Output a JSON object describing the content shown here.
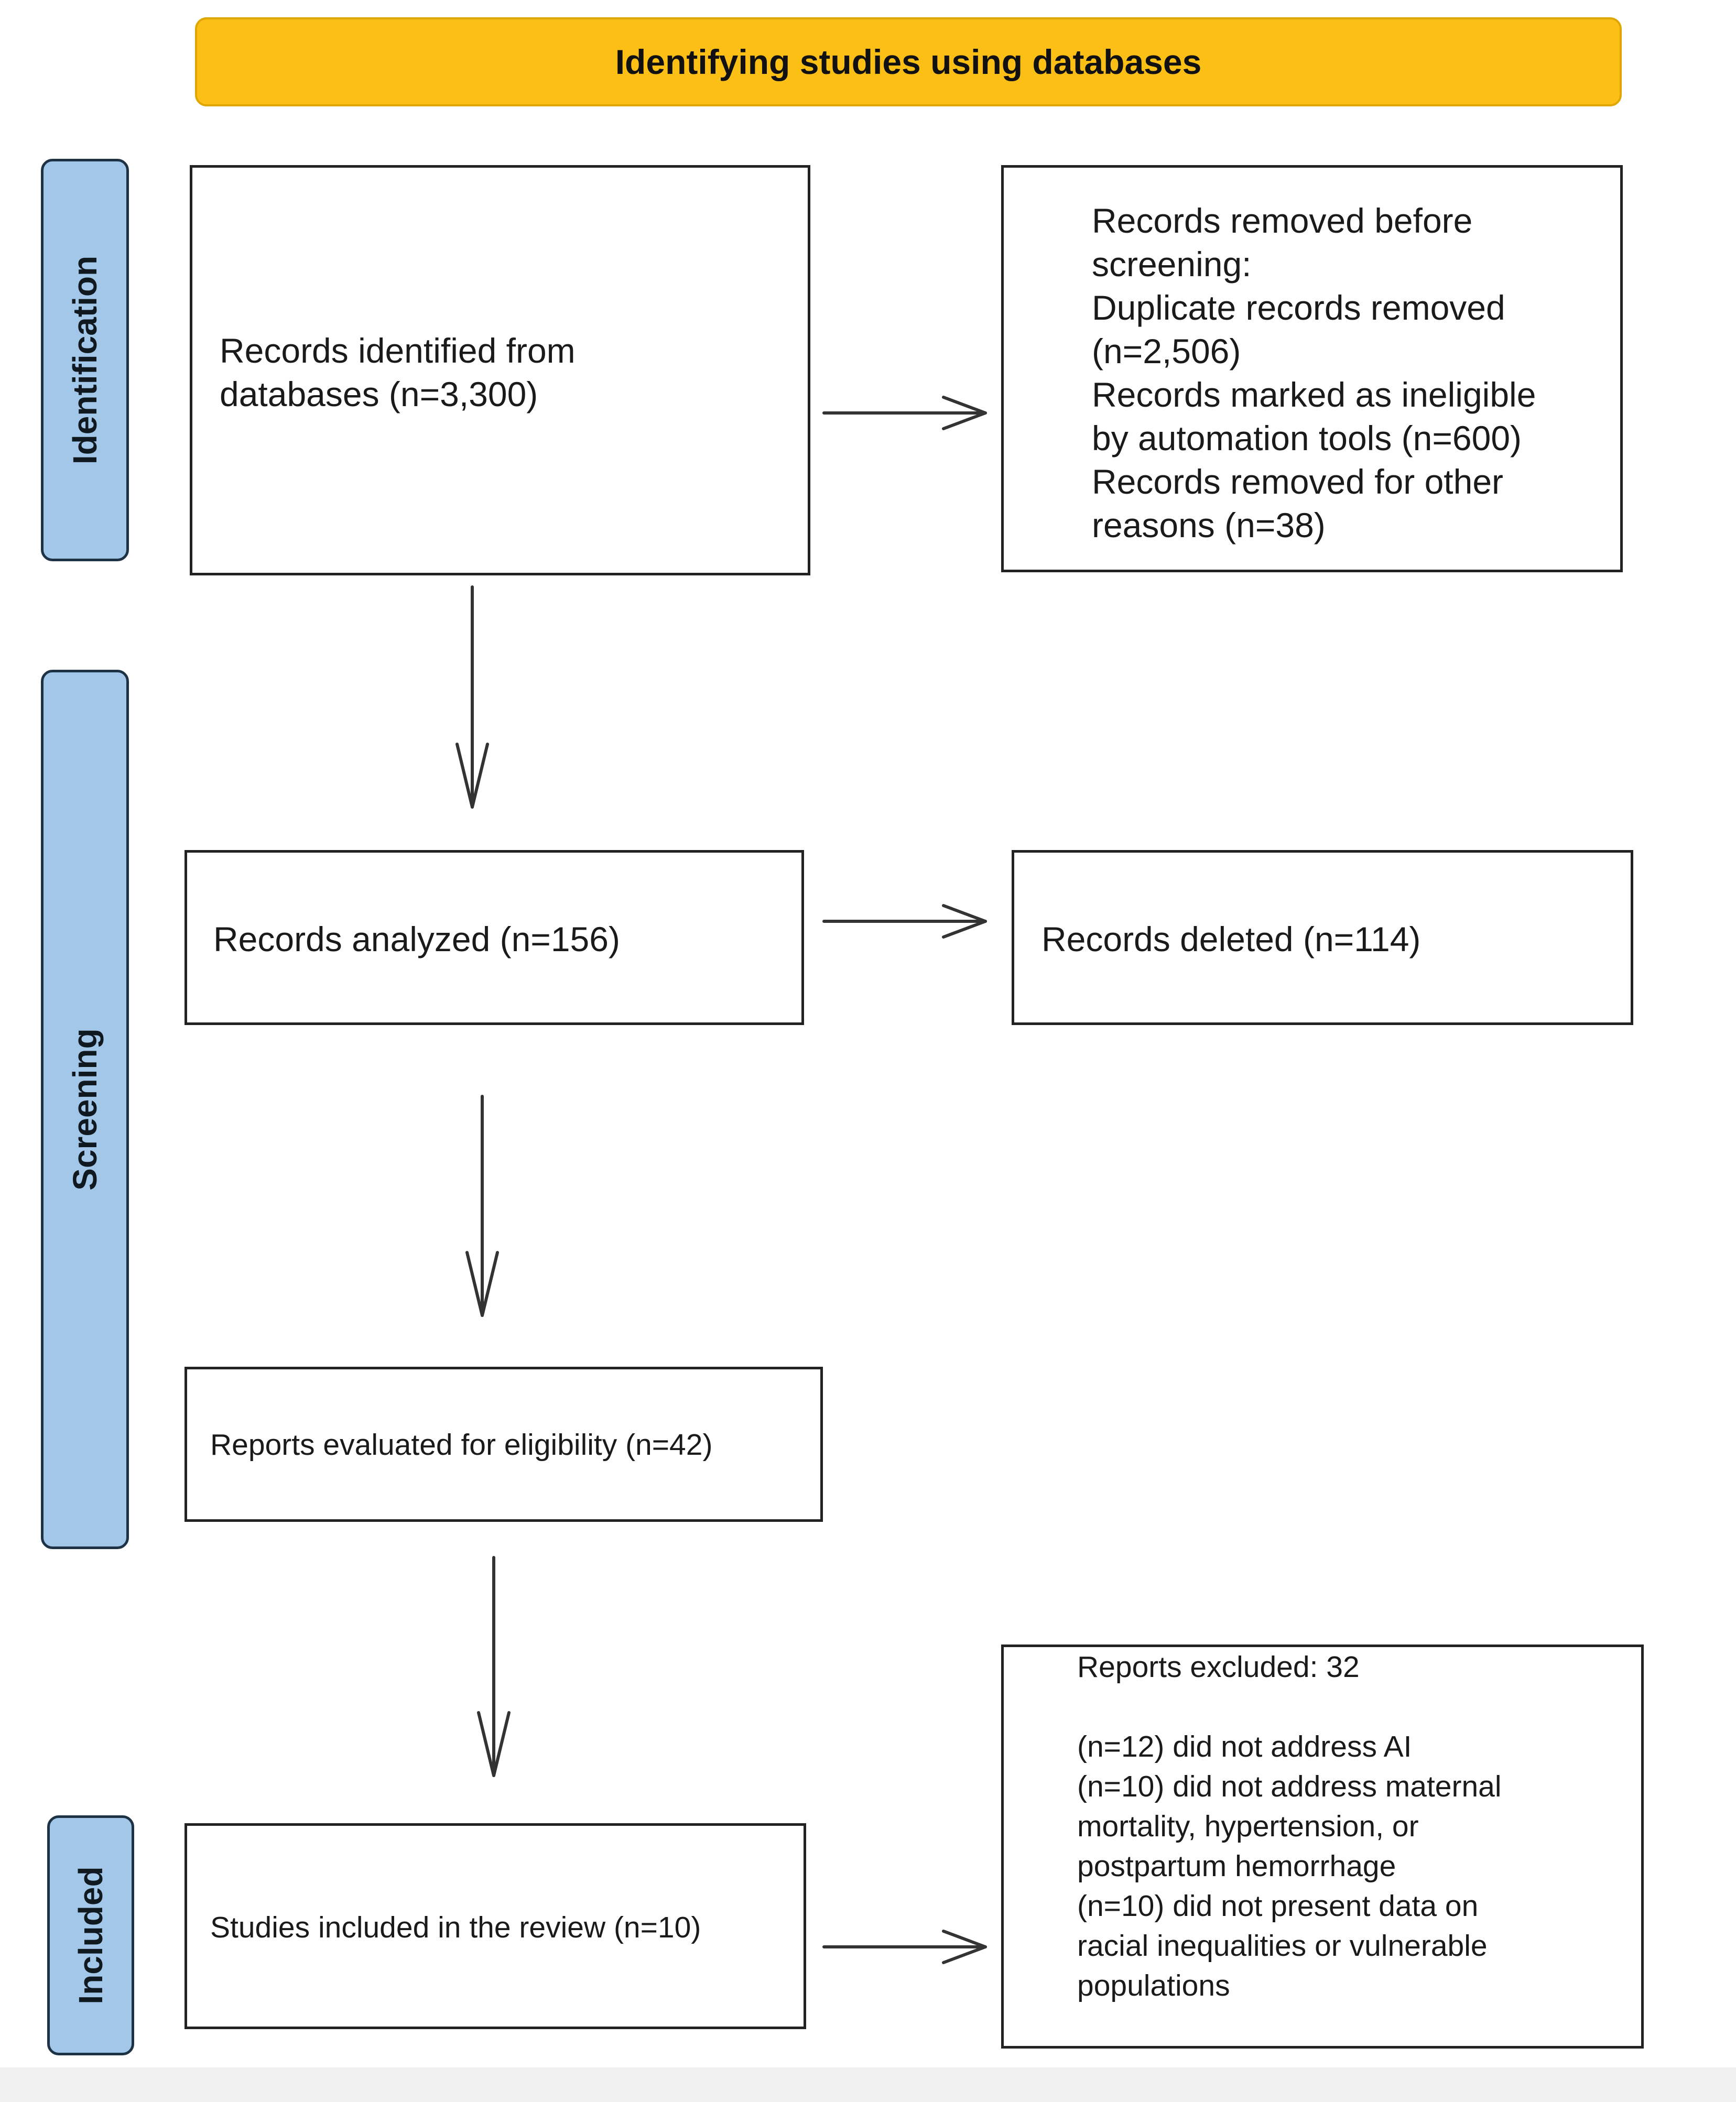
{
  "header": {
    "title": "Identifying studies using databases",
    "fill_color": "#fbbf15"
  },
  "phases": {
    "identification": {
      "label": "Identification"
    },
    "screening": {
      "label": "Screening"
    },
    "included": {
      "label": "Included"
    },
    "fill_color": "#a3c7e8"
  },
  "boxes": {
    "records_identified": {
      "lines": [
        "Records identified from",
        "databases (n=3,300)"
      ]
    },
    "records_removed": {
      "lines": [
        "Records removed before",
        "screening:",
        "Duplicate records removed",
        "(n=2,506)",
        "Records marked as ineligible",
        "by automation tools (n=600)",
        "Records removed for other",
        "reasons (n=38)"
      ]
    },
    "records_analyzed": {
      "text": "Records analyzed (n=156)"
    },
    "records_deleted": {
      "text": "Records deleted (n=114)"
    },
    "reports_evaluated": {
      "text": "Reports evaluated for eligibility (n=42)"
    },
    "studies_included": {
      "text": "Studies included in the review (n=10)"
    },
    "reports_excluded": {
      "lines": [
        "Reports excluded: 32",
        "",
        "(n=12) did not address AI",
        "(n=10) did not address maternal",
        "mortality, hypertension, or",
        "postpartum hemorrhage",
        "(n=10) did not present data on",
        "racial inequalities or vulnerable",
        "populations"
      ]
    }
  }
}
